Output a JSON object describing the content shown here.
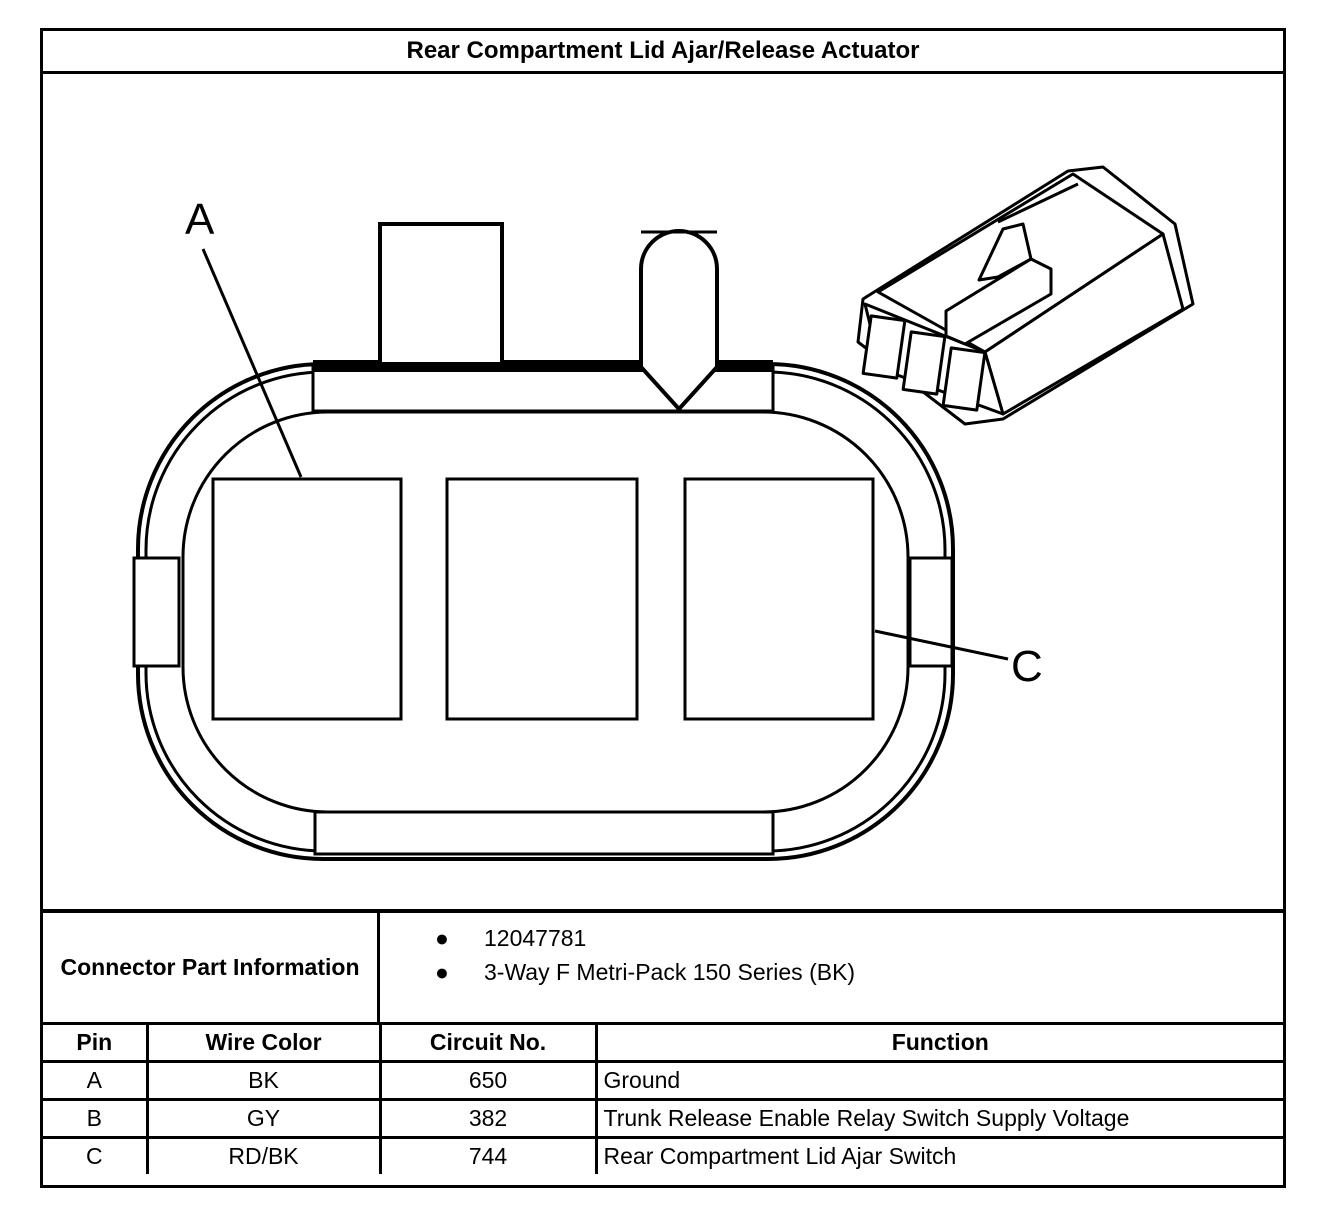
{
  "title": "Rear Compartment Lid Ajar/Release Actuator",
  "diagram": {
    "pin_labels": [
      "A",
      "C"
    ]
  },
  "connector_info": {
    "label": "Connector Part Information",
    "items": [
      "12047781",
      "3-Way F Metri-Pack 150 Series (BK)"
    ]
  },
  "table": {
    "headers": [
      "Pin",
      "Wire Color",
      "Circuit No.",
      "Function"
    ],
    "rows": [
      [
        "A",
        "BK",
        "650",
        "Ground"
      ],
      [
        "B",
        "GY",
        "382",
        "Trunk Release Enable Relay Switch Supply Voltage"
      ],
      [
        "C",
        "RD/BK",
        "744",
        "Rear Compartment Lid Ajar Switch"
      ]
    ]
  }
}
